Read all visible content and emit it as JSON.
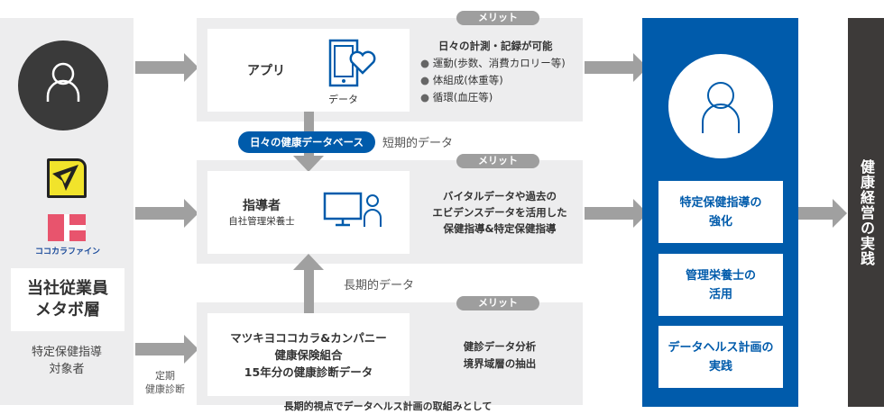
{
  "left": {
    "company_label": "当社従業員\nメタボ層",
    "target_line1": "特定保健指導",
    "target_line2": "対象者",
    "logo_text": "ココカラファイン",
    "logo_mk": "matsukiyo"
  },
  "checkup_label_1": "定期",
  "checkup_label_2": "健康診断",
  "merit_label": "メリット",
  "row1": {
    "title": "アプリ",
    "icon_label": "データ",
    "merit_title": "日々の計測・記録が可能",
    "bullets": [
      "運動(歩数、消費カロリー等)",
      "体組成(体重等)",
      "循環(血圧等)"
    ]
  },
  "database_pill": "日々の健康データベース",
  "short_term": "短期的データ",
  "row2": {
    "title": "指導者",
    "subtitle": "自社管理栄養士",
    "merit_lines": [
      "バイタルデータや過去の",
      "エビデンスデータを活用した",
      "保健指導&特定保健指導"
    ]
  },
  "long_term": "長期的データ",
  "row3": {
    "lines": [
      "マツキヨココカラ&カンパニー",
      "健康保険組合",
      "15年分の健康診断データ"
    ],
    "merit_lines": [
      "健診データ分析",
      "境界域層の抽出"
    ]
  },
  "bottom_note": "長期的視点でデータヘルス計画の取組みとして",
  "outcomes": [
    {
      "l1": "特定保健指導の",
      "l2": "強化"
    },
    {
      "l1": "管理栄養士の",
      "l2": "活用"
    },
    {
      "l1": "データヘルス計画の",
      "l2": "実践"
    }
  ],
  "final": "健康経営の実践",
  "colors": {
    "blue": "#005bab",
    "dark": "#3d3a39",
    "gray_panel": "#ededee",
    "arrow": "#a0a0a0"
  }
}
